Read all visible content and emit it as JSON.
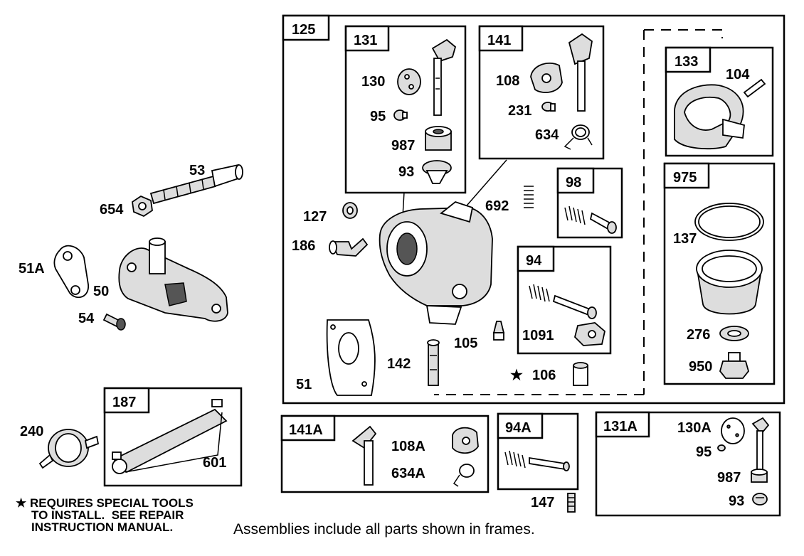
{
  "frames": {
    "f125": "125",
    "f131": "131",
    "f141": "141",
    "f133": "133",
    "f975": "975",
    "f98": "98",
    "f94": "94",
    "f187": "187",
    "f141a": "141A",
    "f94a": "94A",
    "f131a": "131A"
  },
  "labels": {
    "l53": "53",
    "l654": "654",
    "l51a": "51A",
    "l50": "50",
    "l54": "54",
    "l130": "130",
    "l95": "95",
    "l987": "987",
    "l93": "93",
    "l108": "108",
    "l231": "231",
    "l634": "634",
    "l104": "104",
    "l137": "137",
    "l276": "276",
    "l950": "950",
    "l127": "127",
    "l186": "186",
    "l692": "692",
    "l105": "105",
    "l142": "142",
    "l51": "51",
    "l106": "106",
    "l1091": "1091",
    "l240": "240",
    "l601": "601",
    "l108a": "108A",
    "l634a": "634A",
    "l147": "147",
    "l130a": "130A",
    "l95b": "95",
    "l987b": "987",
    "l93b": "93"
  },
  "star_symbol": "★",
  "note": {
    "star": "★",
    "line1": "REQUIRES SPECIAL TOOLS",
    "line2": "TO INSTALL.  SEE REPAIR",
    "line3": "INSTRUCTION MANUAL."
  },
  "footer": "Assemblies include all parts shown in frames."
}
